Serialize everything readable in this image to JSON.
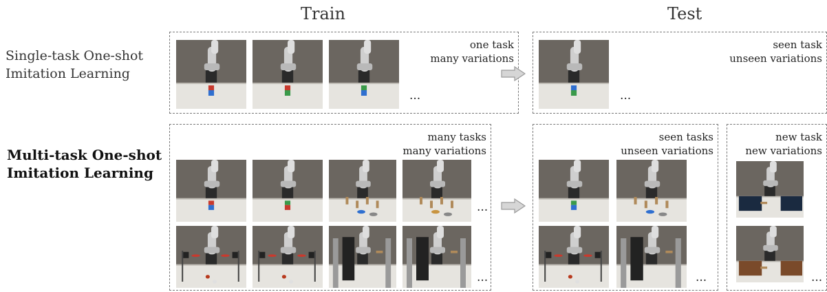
{
  "headers": {
    "train": "Train",
    "test": "Test"
  },
  "row_labels": {
    "single_line1": "Single-task One-shot",
    "single_line2": "Imitation Learning",
    "multi_line1": "Multi-task One-shot",
    "multi_line2": "Imitation Learning"
  },
  "captions": {
    "single_train": [
      "one task",
      "many variations"
    ],
    "single_test": [
      "seen task",
      "unseen variations"
    ],
    "multi_train": [
      "many tasks",
      "many variations"
    ],
    "multi_test_seen": [
      "seen tasks",
      "unseen variations"
    ],
    "multi_test_new": [
      "new task",
      "new variations"
    ]
  },
  "ellipsis": "...",
  "colors": {
    "wall": "#6b6660",
    "table": "#e6e4df",
    "robot": "#cfcfcf",
    "panel_border": "#777777",
    "arrow_fill": "#d6d6d6",
    "arrow_stroke": "#9a9a9a"
  },
  "icons": {
    "arrow": "right-arrow-icon",
    "scene": "robot-arm-scene-icon"
  }
}
